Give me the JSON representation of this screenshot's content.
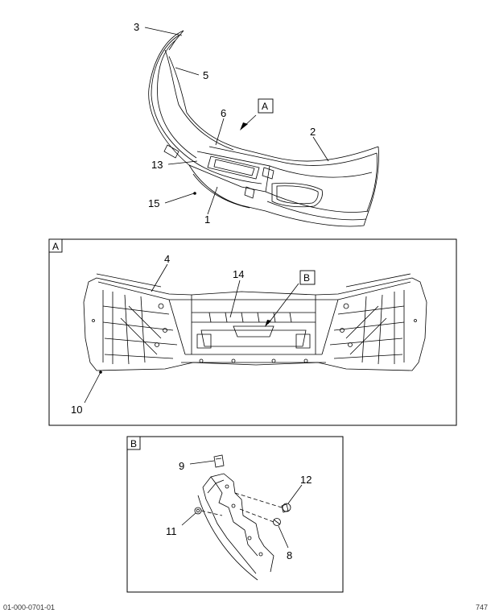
{
  "figure": {
    "detail_a_tag": "A",
    "detail_b_tag": "B",
    "callouts": {
      "c1": "1",
      "c2": "2",
      "c3": "3",
      "c4": "4",
      "c5": "5",
      "c6": "6",
      "c8": "8",
      "c9": "9",
      "c10": "10",
      "c11": "11",
      "c12": "12",
      "c13": "13",
      "c14": "14",
      "c15": "15"
    }
  },
  "footer": {
    "left_code": "01-000-0701-01",
    "right_code": "747"
  },
  "colors": {
    "line": "#000000",
    "background": "#ffffff"
  }
}
